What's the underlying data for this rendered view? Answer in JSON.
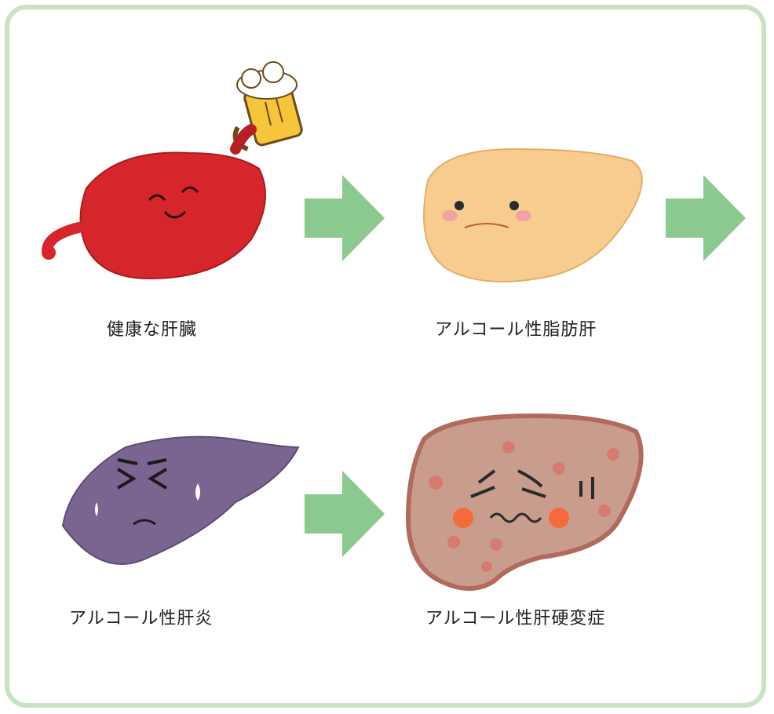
{
  "stages": [
    {
      "id": "healthy",
      "label": "健康な肝臓",
      "color": "#d7262b"
    },
    {
      "id": "fatty",
      "label": "アルコール性脂肪肝",
      "color": "#f7cc8e"
    },
    {
      "id": "hepatitis",
      "label": "アルコール性肝炎",
      "color": "#7a6590"
    },
    {
      "id": "cirrhosis",
      "label": "アルコール性肝硬変症",
      "color": "#c99d8e"
    }
  ],
  "colors": {
    "frame": "#c8e3c2",
    "arrow": "#8cc98f"
  },
  "icons": [
    "beer-mug-icon",
    "arrow-right-icon"
  ]
}
